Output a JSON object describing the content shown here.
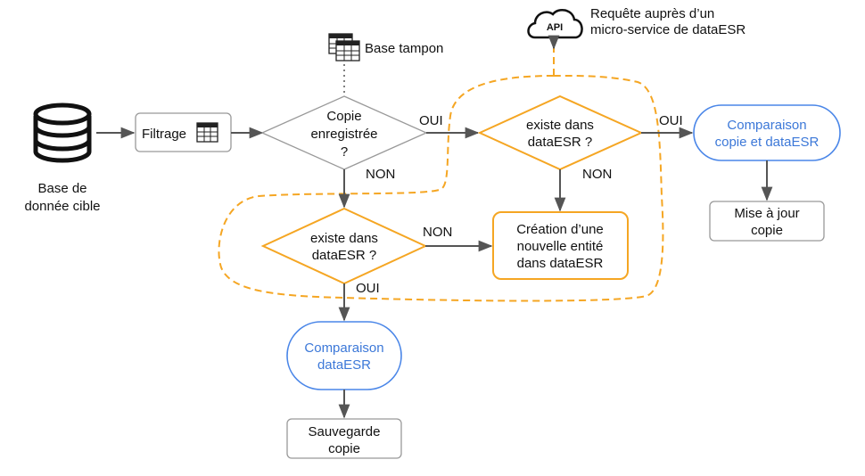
{
  "colors": {
    "accent_orange": "#f5a623",
    "accent_blue": "#4a86e8",
    "text_blue": "#3c78d8",
    "gray": "#555555"
  },
  "icons": {
    "database": "database-icon",
    "table": "table-icon",
    "stack": "stacked-tables-icon",
    "api": "api-cloud-icon"
  },
  "nodes": {
    "db_label": [
      "Base de",
      "donnée cible"
    ],
    "filtrage": "Filtrage",
    "base_tampon": "Base tampon",
    "api_icon_text": "API",
    "api_label": [
      "Requête auprès d’un",
      "micro-service de dataESR"
    ],
    "copie_enregistree": [
      "Copie",
      "enregistrée",
      "?"
    ],
    "existe_top": [
      "existe dans",
      "dataESR ?"
    ],
    "existe_bottom": [
      "existe dans",
      "dataESR ?"
    ],
    "comparaison_copie": [
      "Comparaison",
      "copie et dataESR"
    ],
    "mise_a_jour": [
      "Mise à jour",
      "copie"
    ],
    "creation": [
      "Création d’une",
      "nouvelle entité",
      "dans dataESR"
    ],
    "comparaison": [
      "Comparaison",
      "dataESR"
    ],
    "sauvegarde": [
      "Sauvegarde",
      "copie"
    ]
  },
  "edges": {
    "oui_1": "OUI",
    "non_1": "NON",
    "oui_2": "OUI",
    "non_2": "NON",
    "non_3": "NON",
    "oui_3": "OUI"
  }
}
